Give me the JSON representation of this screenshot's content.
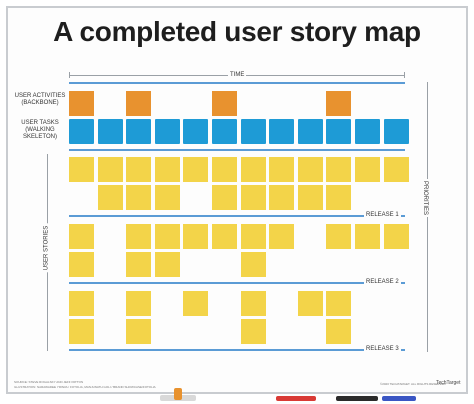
{
  "title": "A completed user story map",
  "axis": {
    "top_label": "TIME",
    "right_label": "PRIORITIES",
    "left_label": "USER STORIES"
  },
  "rows": {
    "activities": "USER ACTIVITIES (BACKBONE)",
    "tasks": "USER TASKS (WALKING SKELETON)"
  },
  "releases": [
    "RELEASE 1",
    "RELEASE 2",
    "RELEASE 3"
  ],
  "columns": 12,
  "grid": {
    "activities": [
      0,
      2,
      5,
      9
    ],
    "tasks": [
      0,
      1,
      2,
      3,
      4,
      5,
      6,
      7,
      8,
      9,
      10,
      11
    ],
    "release1": [
      [
        0,
        1,
        2,
        3,
        4,
        5,
        6,
        7,
        8,
        9,
        10,
        11
      ],
      [
        1,
        2,
        3,
        5,
        6,
        7,
        8,
        9
      ]
    ],
    "release2": [
      [
        0,
        2,
        3,
        4,
        5,
        6,
        7,
        9,
        10,
        11
      ],
      [
        0,
        2,
        3,
        6
      ]
    ],
    "release3": [
      [
        0,
        2,
        4,
        6,
        8,
        9
      ],
      [
        0,
        2,
        6,
        9
      ]
    ]
  },
  "footer": {
    "left_line1": "SOURCE: STEVE ROGALSKY AND JEFF PATTON",
    "left_line2": "ILLUSTRATION: NARAWADEE YIPARA / FOTOLIA, MANJUNATH GOLI / BRAND SHOWCASE/FOTOLIA",
    "right_text": "©2020 TECHTARGET. ALL RIGHTS RESERVED",
    "brand": "TechTarget"
  },
  "colors": {
    "activity": "#e8922f",
    "task": "#1e9bd6",
    "story": "#f3d449",
    "release_line": "#5b9bd5"
  }
}
